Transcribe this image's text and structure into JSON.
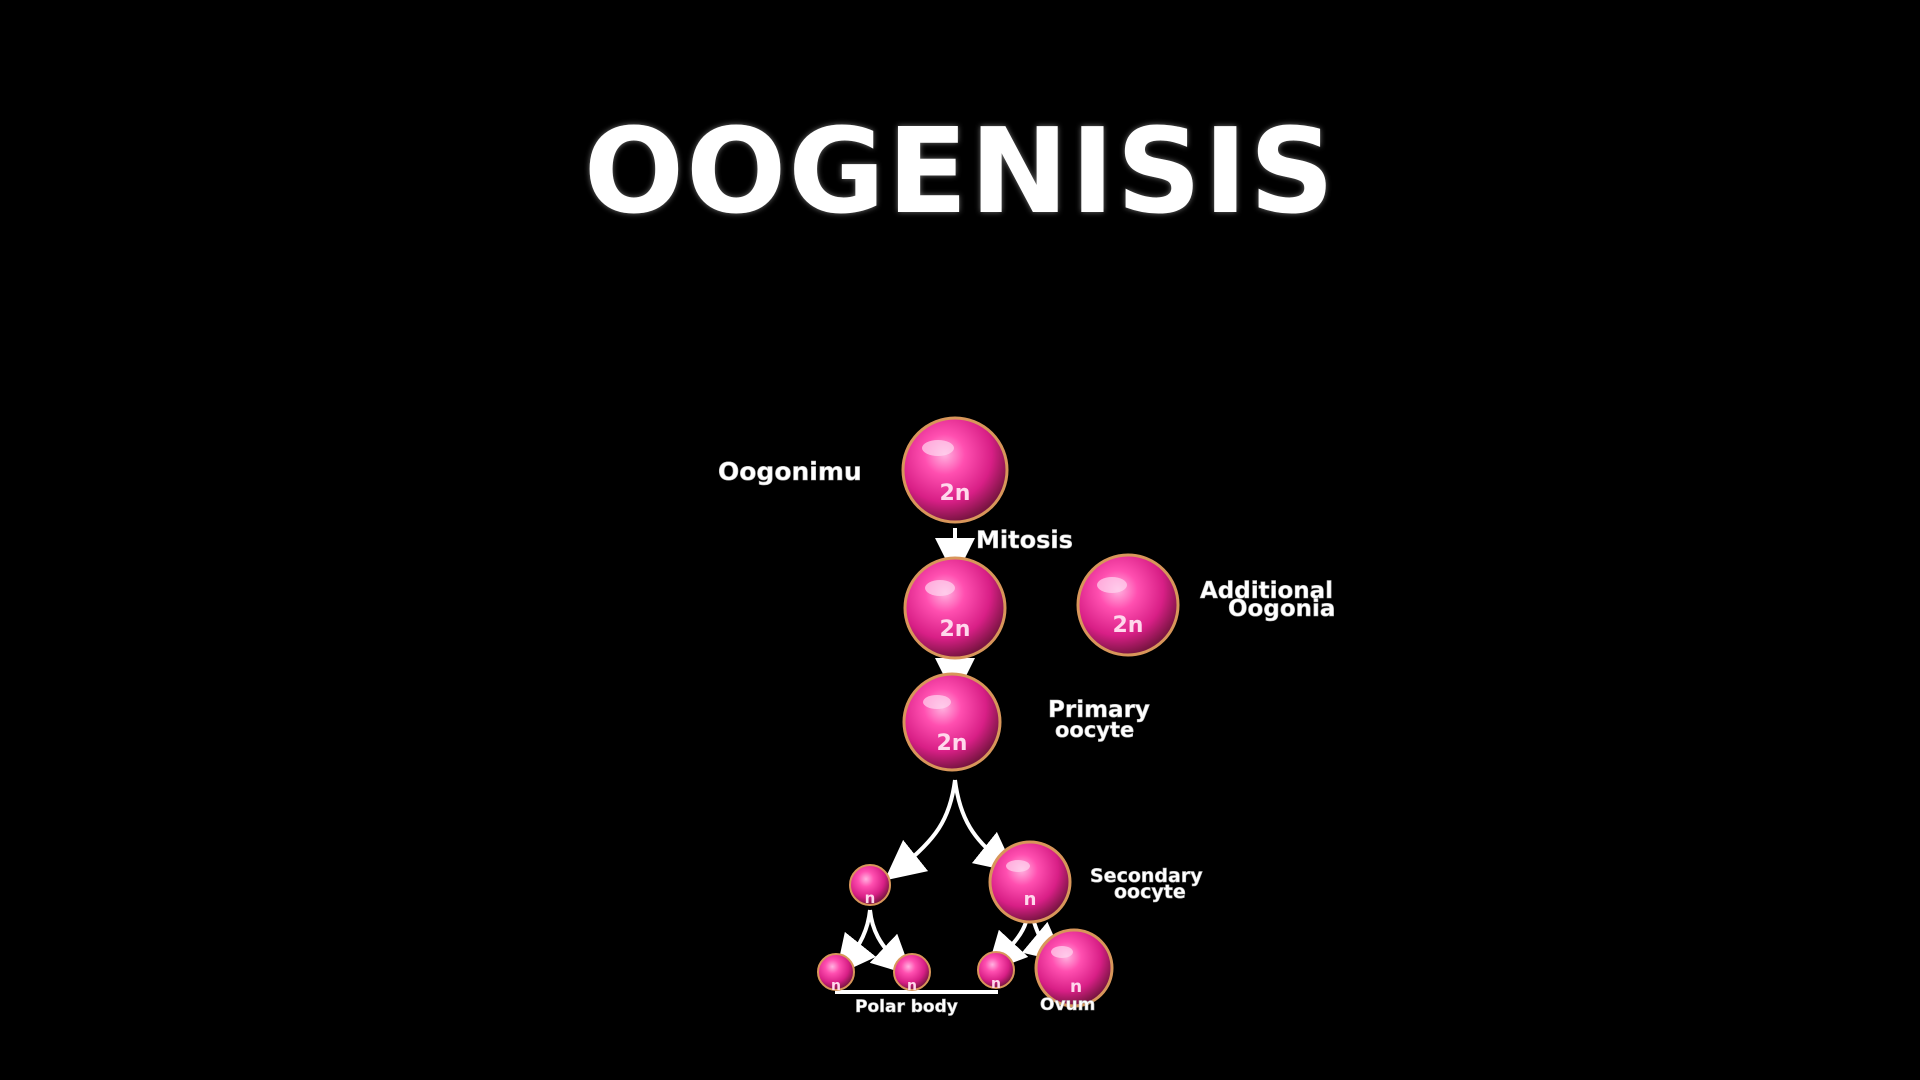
{
  "title": "OOGENISIS",
  "labels": {
    "oogonium": "Oogonimu",
    "mitosis": "Mitosis",
    "additional_line1": "Additional",
    "additional_line2": "Oogonia",
    "primary_line1": "Primary",
    "primary_line2": "oocyte",
    "secondary_line1": "Secondary",
    "secondary_line2": "oocyte",
    "polar_body": "Polar body",
    "ovum": "Ovum"
  },
  "cells": {
    "oogonium": "2n",
    "mitosis_product": "2n",
    "additional": "2n",
    "primary": "2n",
    "first_polar": "n",
    "secondary": "n",
    "polar_1": "n",
    "polar_2": "n",
    "polar_3": "n",
    "ovum": "n"
  },
  "colors": {
    "background": "#000000",
    "cell_core": "#ff6fc0",
    "cell_mid": "#e0208c",
    "cell_edge": "#8a1a4a",
    "cell_rim": "#d8965a",
    "arrow": "#ffffff",
    "text": "#ffffff"
  }
}
